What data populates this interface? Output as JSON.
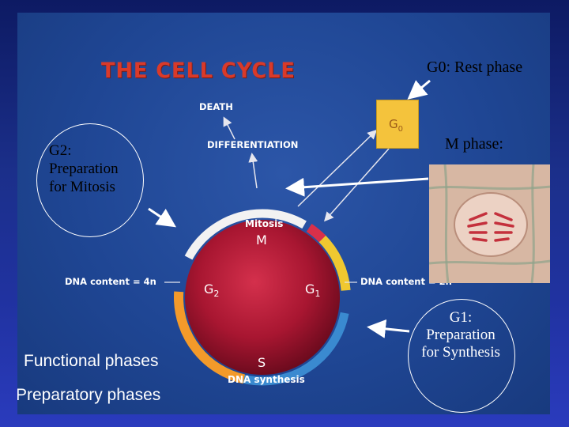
{
  "title": "THE CELL CYCLE",
  "labels": {
    "death": "DEATH",
    "differentiation": "DIFFERENTIATION",
    "g0": "G",
    "g0_sub": "0",
    "mitosis": "Mitosis",
    "m": "M",
    "g2": "G",
    "g2_sub": "2",
    "g1": "G",
    "g1_sub": "1",
    "s": "S",
    "dna_synthesis": "DNA synthesis",
    "dna_4n": "DNA content = 4n",
    "dna_2n": "DNA content = 2n"
  },
  "annotations": {
    "g0_rest": "G0: Rest phase",
    "m_phase": "M phase:",
    "g2_line1": "G2:",
    "g2_line2": "Preparation",
    "g2_line3": "for Mitosis",
    "g1_line1": "G1:",
    "g1_line2": "Preparation",
    "g1_line3": "for Synthesis"
  },
  "legend": {
    "functional": "Functional phases",
    "preparatory": "Preparatory phases"
  },
  "colors": {
    "mitosis_arc": "#d9304a",
    "g1_arc": "#f0c830",
    "s_arc": "#f39a2a",
    "g2_arc": "#f2f2f2",
    "g1_blue_arc": "#3a8ad0",
    "cell": "#b01835"
  }
}
